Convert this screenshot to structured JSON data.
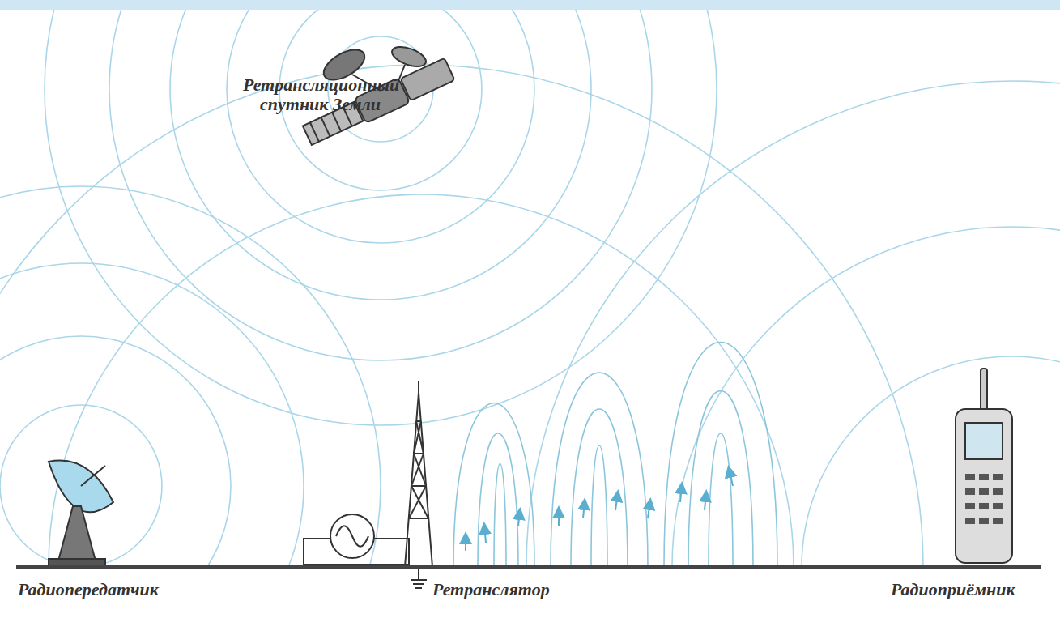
{
  "diagram": {
    "labels": [
      "Ретрансляционный спутник Земли",
      "Радиопередатчик",
      "Ретранслятор",
      "Радиоприёмник"
    ]
  }
}
